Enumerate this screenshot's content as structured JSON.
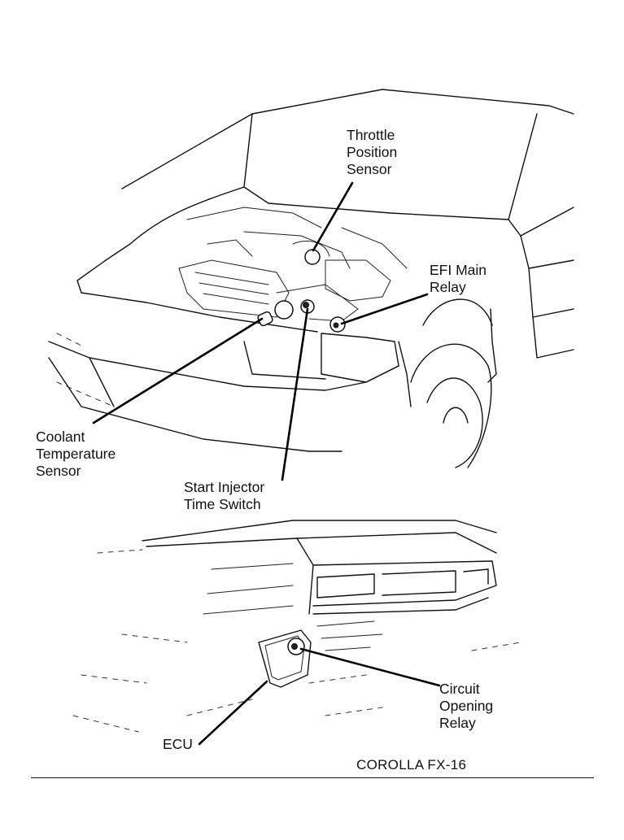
{
  "labels": {
    "throttle_position_sensor": "Throttle\nPosition\nSensor",
    "efi_main_relay": "EFI Main\nRelay",
    "coolant_temperature_sensor": "Coolant\nTemperature\nSensor",
    "start_injector_time_switch": "Start Injector\nTime Switch",
    "circuit_opening_relay": "Circuit\nOpening\nRelay",
    "ecu": "ECU"
  },
  "caption": "COROLLA FX-16"
}
